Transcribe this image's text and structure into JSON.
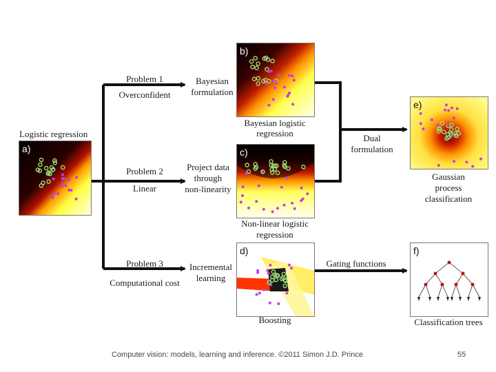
{
  "labels": {
    "logistic_regression": "Logistic regression",
    "problem1": "Problem 1",
    "overconfident": "Overconfident",
    "bayesian_formulation_1": "Bayesian",
    "bayesian_formulation_2": "formulation",
    "bayesian_logistic_1": "Bayesian logistic",
    "bayesian_logistic_2": "regression",
    "problem2": "Problem 2",
    "linear": "Linear",
    "project_1": "Project data",
    "project_2": "through",
    "project_3": "non-linearity",
    "nonlinear_1": "Non-linear logistic",
    "nonlinear_2": "regression",
    "dual_1": "Dual",
    "dual_2": "formulation",
    "gaussian_1": "Gaussian",
    "gaussian_2": "process",
    "gaussian_3": "classification",
    "problem3": "Problem 3",
    "computational_cost": "Computational cost",
    "incremental_1": "Incremental",
    "incremental_2": "learning",
    "gating": "Gating functions",
    "boosting": "Boosting",
    "classification_trees": "Classification trees"
  },
  "panel_tags": {
    "a": "a)",
    "b": "b)",
    "c": "c)",
    "d": "d)",
    "e": "e)",
    "f": "f)"
  },
  "footer": {
    "credit": "Computer vision: models, learning and inference. ©2011 Simon J.D. Prince",
    "page_number": "55"
  },
  "colors": {
    "arrow": "#111111",
    "point_green": "#9be07a",
    "point_purple": "#c040e0"
  }
}
